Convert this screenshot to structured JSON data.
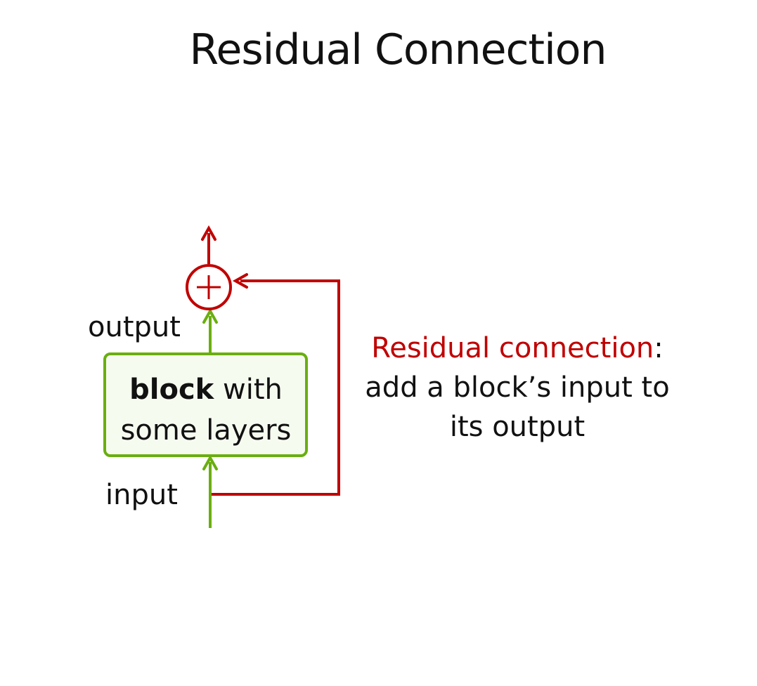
{
  "title": "Residual Connection",
  "labels": {
    "output": "output",
    "input": "input"
  },
  "block": {
    "bold_word": "block",
    "line1_rest": " with",
    "line2": "some layers"
  },
  "sum_node": {
    "symbol": "+"
  },
  "explanation": {
    "highlight": "Residual connection",
    "colon": ":",
    "line2": "add a block’s input to",
    "line3": "its output"
  },
  "colors": {
    "green": "#6aae10",
    "red": "#c00000",
    "block_fill": "#f6fbf0",
    "text": "#111111"
  }
}
